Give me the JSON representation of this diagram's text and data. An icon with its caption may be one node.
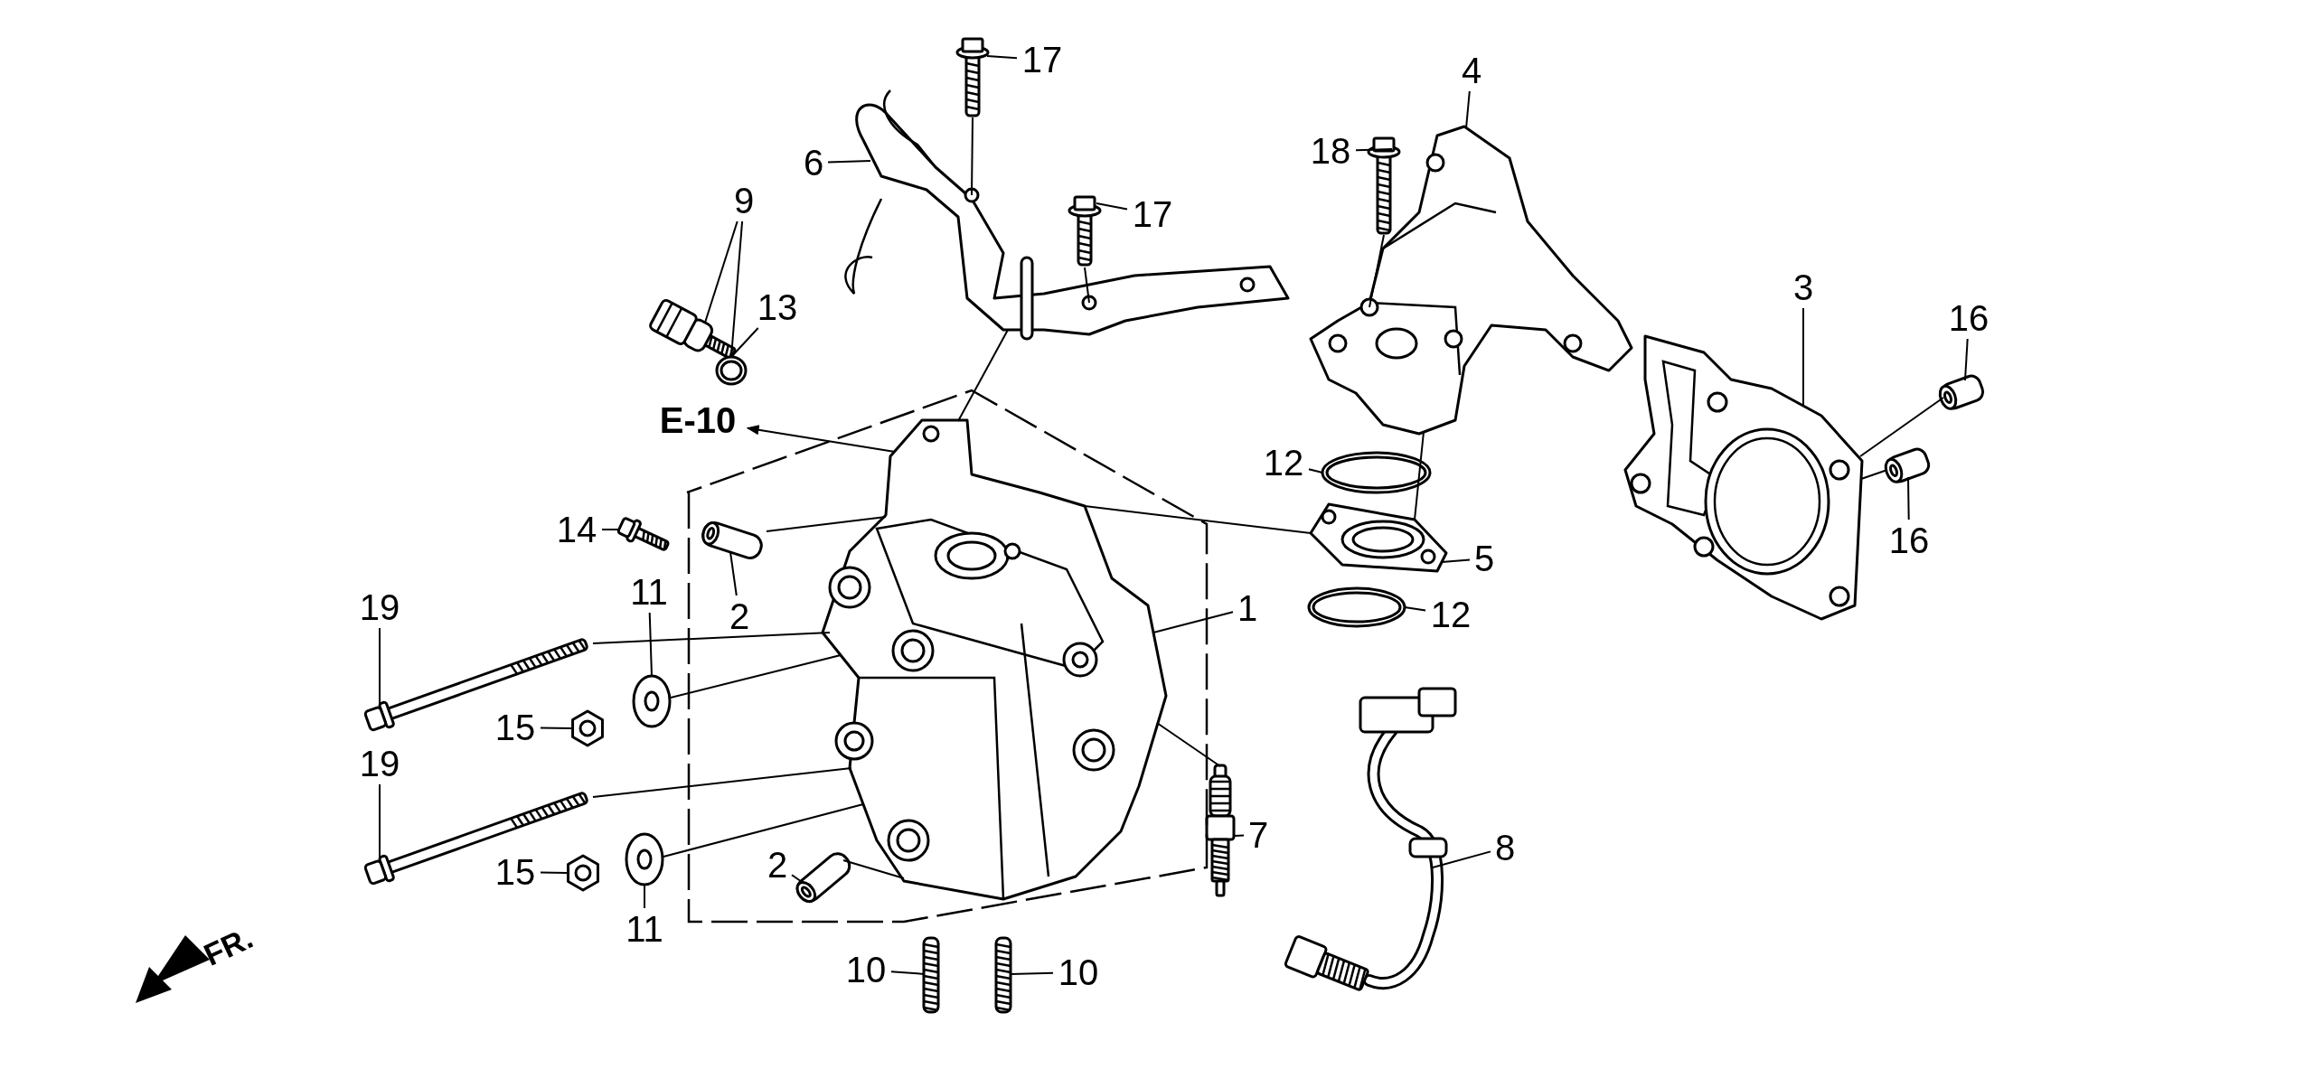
{
  "diagram": {
    "nodes": [
      {
        "text": [
          "17"
        ]
      },
      {
        "text": [],
        "shape": "picture"
      },
      {
        "text": [
          "4"
        ]
      },
      {
        "text": [],
        "shape": "picture"
      },
      {
        "text": [
          "6"
        ]
      },
      {
        "text": [],
        "shape": "picture"
      },
      {
        "text": [
          "18"
        ]
      },
      {
        "text": [],
        "shape": "picture"
      },
      {
        "text": [
          "17"
        ]
      },
      {
        "text": [],
        "shape": "picture"
      },
      {
        "text": [
          "9"
        ]
      },
      {
        "text": [],
        "shape": "picture"
      },
      {
        "text": [
          "13"
        ]
      },
      {
        "text": [],
        "shape": "picture"
      },
      {
        "text": [
          "3"
        ]
      },
      {
        "text": [],
        "shape": "picture"
      },
      {
        "text": [
          "16"
        ]
      },
      {
        "text": [],
        "shape": "picture"
      },
      {
        "text": [
          "E-10"
        ]
      },
      {
        "text": [
          "12"
        ]
      },
      {
        "text": [],
        "shape": "picture"
      },
      {
        "text": [
          "14"
        ]
      },
      {
        "text": [],
        "shape": "picture"
      },
      {
        "text": [
          "2"
        ]
      },
      {
        "text": [],
        "shape": "picture"
      },
      {
        "text": [
          "5"
        ]
      },
      {
        "text": [],
        "shape": "picture"
      },
      {
        "text": [
          "16"
        ]
      },
      {
        "text": [],
        "shape": "picture"
      },
      {
        "text": [
          "1"
        ]
      },
      {
        "text": [],
        "shape": "picture"
      },
      {
        "text": [
          "12"
        ]
      },
      {
        "text": [],
        "shape": "picture"
      },
      {
        "text": [
          "19"
        ]
      },
      {
        "text": [],
        "shape": "picture"
      },
      {
        "text": [
          "11"
        ]
      },
      {
        "text": [],
        "shape": "picture"
      },
      {
        "text": [
          "15"
        ]
      },
      {
        "text": [],
        "shape": "picture"
      },
      {
        "text": [
          "19"
        ]
      },
      {
        "text": [],
        "shape": "picture"
      },
      {
        "text": [
          "15"
        ]
      },
      {
        "text": [],
        "shape": "picture"
      },
      {
        "text": [
          "11"
        ]
      },
      {
        "text": [],
        "shape": "picture"
      },
      {
        "text": [
          "2"
        ]
      },
      {
        "text": [],
        "shape": "picture"
      },
      {
        "text": [
          "7"
        ]
      },
      {
        "text": [],
        "shape": "picture"
      },
      {
        "text": [
          "8"
        ]
      },
      {
        "text": [],
        "shape": "picture"
      },
      {
        "text": [
          "10"
        ]
      },
      {
        "text": [],
        "shape": "picture"
      },
      {
        "text": [
          "10"
        ]
      },
      {
        "text": [],
        "shape": "picture"
      }
    ],
    "edges": [
      {
        "from": 0,
        "to": 1,
        "arrow": "none"
      },
      {
        "from": 2,
        "to": 3,
        "arrow": "none"
      },
      {
        "from": 4,
        "to": 5,
        "arrow": "none"
      },
      {
        "from": 6,
        "to": 7,
        "arrow": "none"
      },
      {
        "from": 8,
        "to": 9,
        "arrow": "none"
      },
      {
        "from": 10,
        "to": 11,
        "arrow": "none"
      },
      {
        "from": 10,
        "to": 13,
        "arrow": "none"
      },
      {
        "from": 12,
        "to": 13,
        "arrow": "none"
      },
      {
        "from": 14,
        "to": 15,
        "arrow": "none"
      },
      {
        "from": 16,
        "to": 17,
        "arrow": "none"
      },
      {
        "from": 19,
        "to": 20,
        "arrow": "none"
      },
      {
        "from": 21,
        "to": 22,
        "arrow": "none"
      },
      {
        "from": 23,
        "to": 24,
        "arrow": "none"
      },
      {
        "from": 25,
        "to": 26,
        "arrow": "none"
      },
      {
        "from": 27,
        "to": 28,
        "arrow": "none"
      },
      {
        "from": 29,
        "to": 30,
        "arrow": "none"
      },
      {
        "from": 31,
        "to": 32,
        "arrow": "none"
      },
      {
        "from": 33,
        "to": 34,
        "arrow": "none"
      },
      {
        "from": 35,
        "to": 36,
        "arrow": "none"
      },
      {
        "from": 37,
        "to": 38,
        "arrow": "none"
      },
      {
        "from": 39,
        "to": 40,
        "arrow": "none"
      },
      {
        "from": 41,
        "to": 42,
        "arrow": "none"
      },
      {
        "from": 43,
        "to": 44,
        "arrow": "none"
      },
      {
        "from": 45,
        "to": 46,
        "arrow": "none"
      },
      {
        "from": 47,
        "to": 48,
        "arrow": "none"
      },
      {
        "from": 49,
        "to": 50,
        "arrow": "none"
      },
      {
        "from": 51,
        "to": 52,
        "arrow": "none"
      },
      {
        "from": 53,
        "to": 54,
        "arrow": "none"
      },
      {
        "from": 30,
        "to": 18,
        "arrow": "to"
      },
      {
        "from": 34,
        "to": 30,
        "arrow": "none"
      },
      {
        "from": 40,
        "to": 30,
        "arrow": "none"
      },
      {
        "from": 36,
        "to": 30,
        "arrow": "none"
      },
      {
        "from": 44,
        "to": 30,
        "arrow": "none"
      },
      {
        "from": 24,
        "to": 30,
        "arrow": "none"
      },
      {
        "from": 46,
        "to": 30,
        "arrow": "none"
      },
      {
        "from": 26,
        "to": 30,
        "arrow": "none"
      },
      {
        "from": 3,
        "to": 26,
        "arrow": "none"
      },
      {
        "from": 7,
        "to": 3,
        "arrow": "none"
      },
      {
        "from": 1,
        "to": 5,
        "arrow": "none"
      },
      {
        "from": 9,
        "to": 5,
        "arrow": "none"
      },
      {
        "from": 5,
        "to": 30,
        "arrow": "none"
      },
      {
        "from": 15,
        "to": 17,
        "arrow": "none"
      },
      {
        "from": 15,
        "to": 28,
        "arrow": "none"
      },
      {
        "from": 48,
        "to": 30,
        "arrow": "none"
      }
    ],
    "labels": [
      "FR."
    ]
  }
}
